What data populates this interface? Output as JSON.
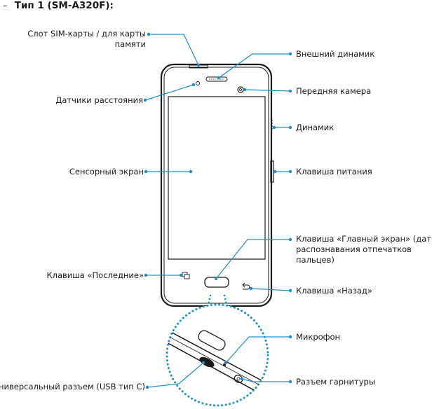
{
  "heading": {
    "dash": "–",
    "text": "Тип 1 (SM-A320F):"
  },
  "labels": {
    "sim_slot_line1": "Слот SIM-карты / для карты",
    "sim_slot_line2": "памяти",
    "proximity": "Датчики расстояния",
    "touchscreen": "Сенсорный экран",
    "recent": "Клавиша «Последние»",
    "usb": "Универсальный разъем (USB тип C)",
    "earpiece": "Внешний динамик",
    "front_camera": "Передняя камера",
    "speaker": "Динамик",
    "power": "Клавиша питания",
    "home_line1": "Клавиша «Главный экран» (датчик",
    "home_line2": "распознавания отпечатков",
    "home_line3": "пальцев)",
    "back": "Клавиша «Назад»",
    "mic": "Микрофон",
    "headset": "Разъем гарнитуры"
  },
  "colors": {
    "leader": "#1e8fc6",
    "outline": "#1a1a1a",
    "accent": "#1e8fc6"
  }
}
